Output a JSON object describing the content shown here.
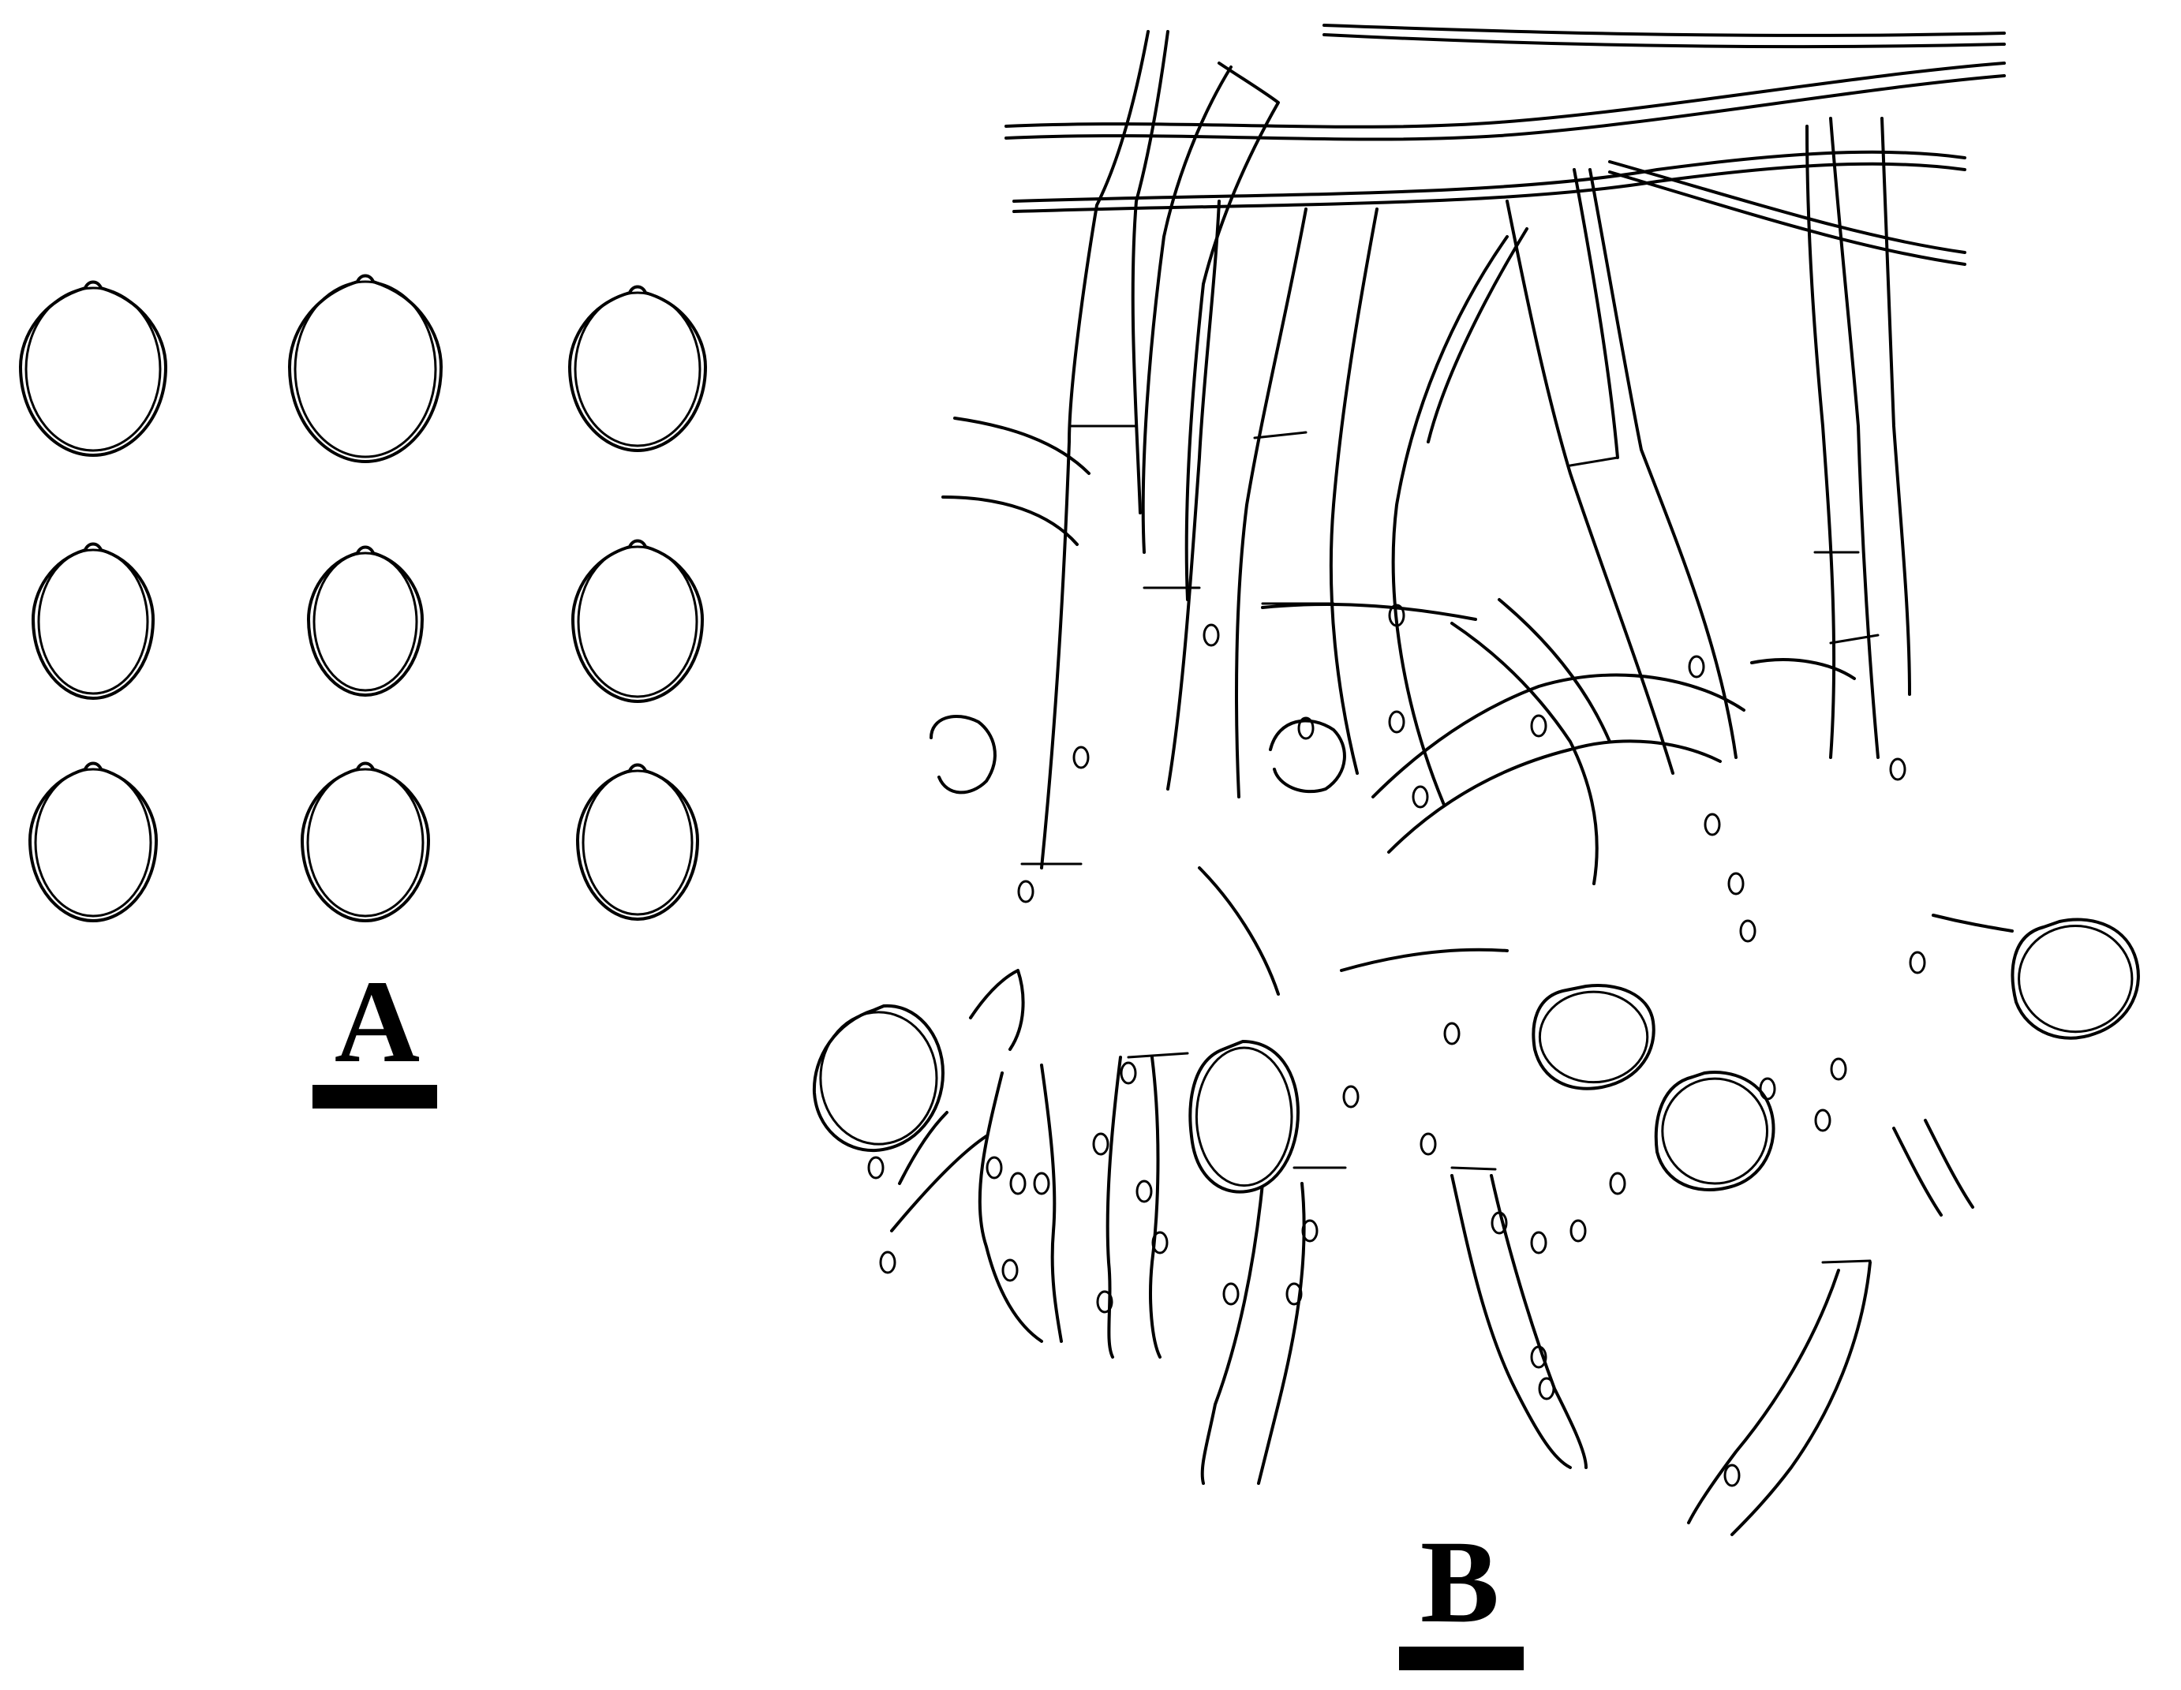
{
  "figure": {
    "panels": [
      {
        "id": "A",
        "label": "A"
      },
      {
        "id": "B",
        "label": "B"
      }
    ],
    "colors": {
      "ink": "#000000",
      "background": "#ffffff"
    }
  }
}
